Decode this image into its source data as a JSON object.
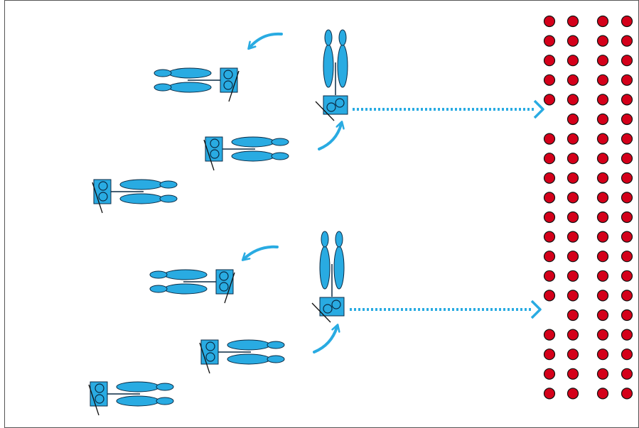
{
  "colors": {
    "unit_fill": "#29abe2",
    "unit_stroke": "#0a2a44",
    "arrow": "#29abe2",
    "enemy_fill": "#d4001a",
    "enemy_stroke": "#111111",
    "frame": "#555555",
    "background": "#ffffff"
  },
  "icons": {
    "unit": "cannon-unit-icon",
    "rotate": "curved-arrow-icon",
    "fire_line": "dotted-arrow-icon",
    "enemy": "enemy-soldier-dot-icon"
  },
  "groups": [
    {
      "id": "upper",
      "active_unit_orientation": "up",
      "waiting_units": [
        {
          "id": "upper-1",
          "facing": "left"
        },
        {
          "id": "upper-2",
          "facing": "right"
        },
        {
          "id": "upper-3",
          "facing": "right"
        }
      ]
    },
    {
      "id": "lower",
      "active_unit_orientation": "up",
      "waiting_units": [
        {
          "id": "lower-1",
          "facing": "left"
        },
        {
          "id": "lower-2",
          "facing": "right"
        },
        {
          "id": "lower-3",
          "facing": "right"
        }
      ]
    }
  ],
  "enemy_formation": {
    "columns": 4,
    "rows": 20,
    "missing": [
      [
        0,
        5
      ],
      [
        0,
        15
      ]
    ]
  }
}
